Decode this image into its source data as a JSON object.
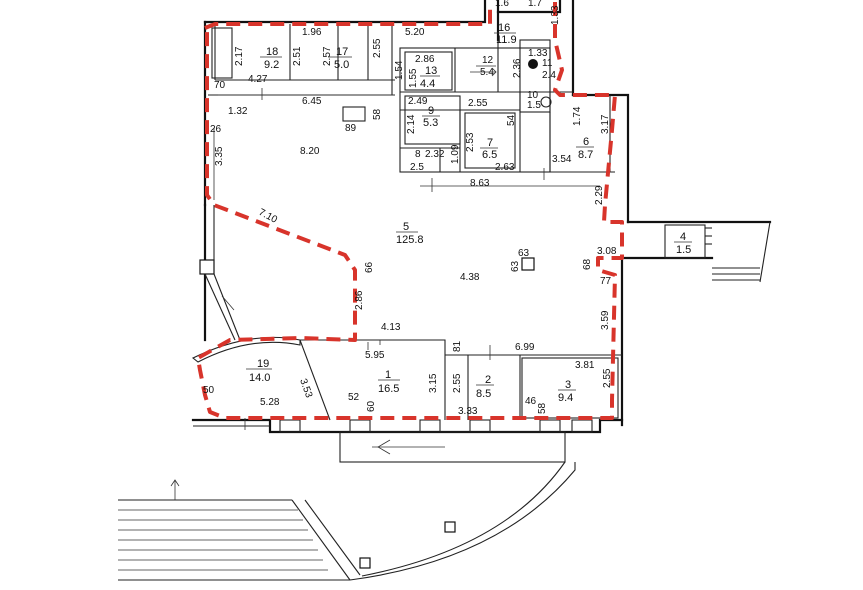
{
  "rooms": [
    {
      "id": "room-1",
      "num": "1",
      "area": "16.5"
    },
    {
      "id": "room-2",
      "num": "2",
      "area": "8.5"
    },
    {
      "id": "room-3",
      "num": "3",
      "area": "9.4"
    },
    {
      "id": "room-4",
      "num": "4",
      "area": "1.5"
    },
    {
      "id": "room-5",
      "num": "5",
      "area": "125.8"
    },
    {
      "id": "room-6",
      "num": "6",
      "area": "8.7"
    },
    {
      "id": "room-7",
      "num": "7",
      "area": "6.5"
    },
    {
      "id": "room-8",
      "num": "8",
      "area": "2.32"
    },
    {
      "id": "room-9",
      "num": "9",
      "area": "5.3"
    },
    {
      "id": "room-10",
      "num": "10",
      "area": "1.5"
    },
    {
      "id": "room-11",
      "num": "11",
      "area": "2.4"
    },
    {
      "id": "room-12",
      "num": "12",
      "area": "5.4"
    },
    {
      "id": "room-13",
      "num": "13",
      "area": "4.4"
    },
    {
      "id": "room-16",
      "num": "16",
      "area": "11.9"
    },
    {
      "id": "room-17",
      "num": "17",
      "area": "5.0"
    },
    {
      "id": "room-18",
      "num": "18",
      "area": "9.2"
    },
    {
      "id": "room-19",
      "num": "19",
      "area": "14.0"
    }
  ],
  "dims": [
    "1.6",
    "1.7",
    "5.20",
    "1.33",
    "1.96",
    "2.17",
    "2.51",
    "2.57",
    "2.55",
    "2.86",
    "1.55",
    "1.54",
    "2.36",
    "1.33",
    "4.27",
    "70",
    "6.45",
    "1.32",
    "89",
    "58",
    "2.49",
    "2.55",
    "2.14",
    "54",
    "1.74",
    "3.17",
    "26",
    "8.20",
    "3.35",
    "2.53",
    "2.5",
    "1.09",
    "2.63",
    "3.54",
    "8.63",
    "2.29",
    "7.10",
    "63",
    "4.38",
    "63",
    "66",
    "3.08",
    "68",
    "77",
    "2.86",
    "3.59",
    "4.13",
    "81",
    "6.99",
    "5.95",
    "3.81",
    "3.53",
    "50",
    "3.15",
    "2.55",
    "2.55",
    "52",
    "60",
    "5.28",
    "46",
    "58",
    "3.33"
  ]
}
